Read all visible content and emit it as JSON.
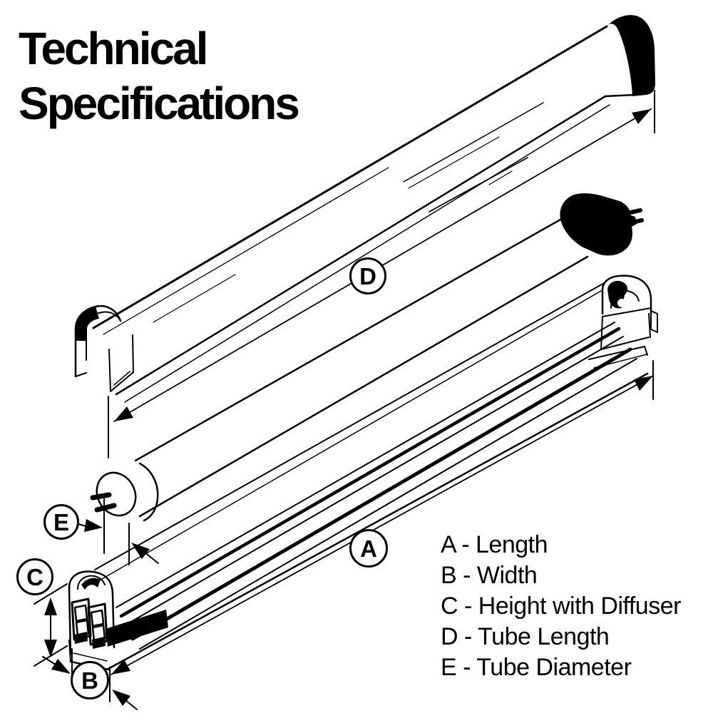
{
  "title": {
    "line1": "Technical",
    "line2": "Specifications"
  },
  "callouts": {
    "a": "A",
    "b": "B",
    "c": "C",
    "d": "D",
    "e": "E"
  },
  "legend": {
    "items": [
      "A - Length",
      "B - Width",
      "C - Height with Diffuser",
      "D - Tube Length",
      "E - Tube Diameter"
    ]
  },
  "colors": {
    "ink": "#000000",
    "background": "#ffffff"
  }
}
